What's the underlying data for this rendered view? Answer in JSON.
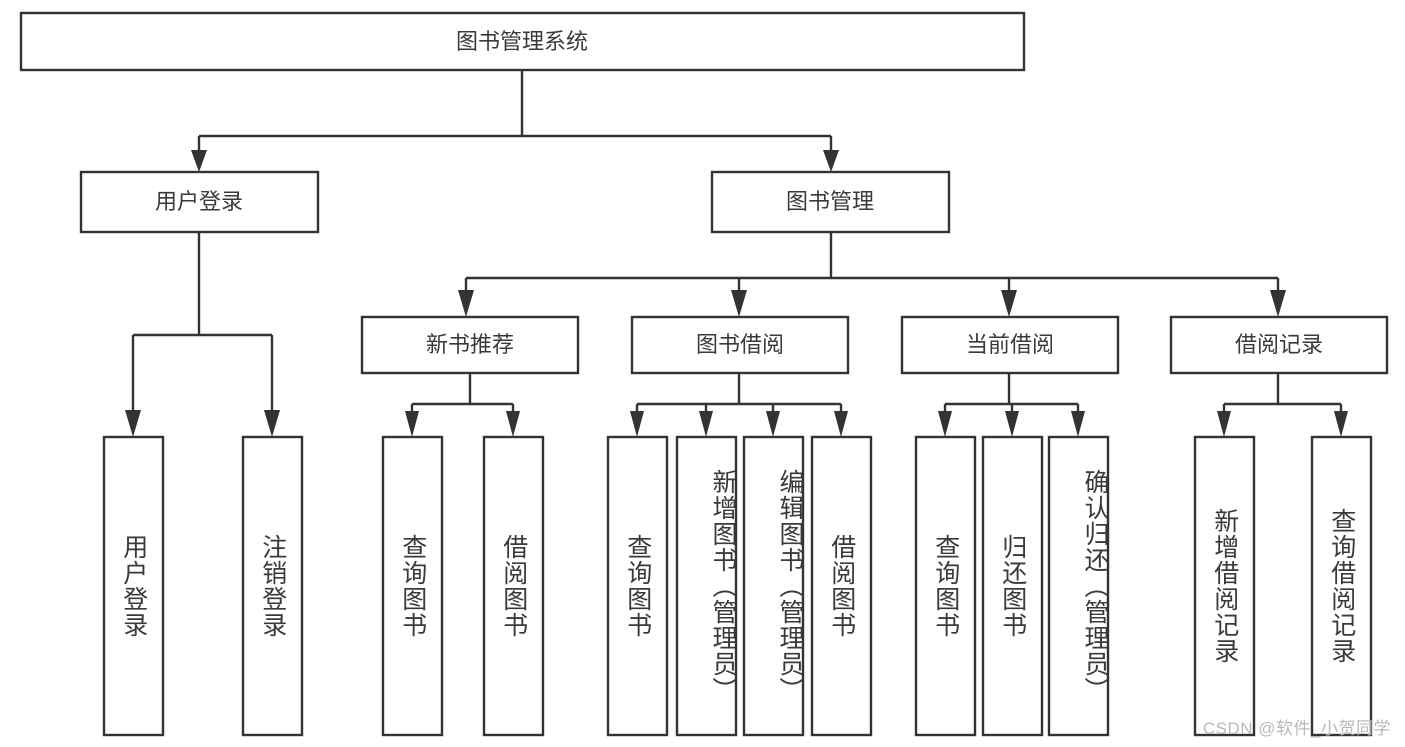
{
  "diagram": {
    "type": "tree-hierarchy",
    "title": "图书管理系统",
    "root": {
      "id": "root",
      "label": "图书管理系统"
    },
    "level2": [
      {
        "id": "user-login",
        "label": "用户登录"
      },
      {
        "id": "book-management",
        "label": "图书管理"
      }
    ],
    "level3": [
      {
        "id": "new-book-recommend",
        "label": "新书推荐",
        "parent": "book-management"
      },
      {
        "id": "book-borrow",
        "label": "图书借阅",
        "parent": "book-management"
      },
      {
        "id": "current-borrow",
        "label": "当前借阅",
        "parent": "book-management"
      },
      {
        "id": "borrow-record",
        "label": "借阅记录",
        "parent": "book-management"
      }
    ],
    "leaves": [
      {
        "id": "leaf-user-login",
        "label": "用户登录",
        "parent": "user-login"
      },
      {
        "id": "leaf-logout-login",
        "label": "注销登录",
        "parent": "user-login"
      },
      {
        "id": "leaf-query-book-1",
        "label": "查询图书",
        "parent": "new-book-recommend"
      },
      {
        "id": "leaf-borrow-book-1",
        "label": "借阅图书",
        "parent": "new-book-recommend"
      },
      {
        "id": "leaf-query-book-2",
        "label": "查询图书",
        "parent": "book-borrow"
      },
      {
        "id": "leaf-add-book",
        "label": "新增图书（管理员）",
        "parent": "book-borrow"
      },
      {
        "id": "leaf-edit-book",
        "label": "编辑图书（管理员）",
        "parent": "book-borrow"
      },
      {
        "id": "leaf-borrow-book-2",
        "label": "借阅图书",
        "parent": "book-borrow"
      },
      {
        "id": "leaf-query-book-3",
        "label": "查询图书",
        "parent": "current-borrow"
      },
      {
        "id": "leaf-return-book",
        "label": "归还图书",
        "parent": "current-borrow"
      },
      {
        "id": "leaf-confirm-return",
        "label": "确认归还（管理员）",
        "parent": "current-borrow"
      },
      {
        "id": "leaf-add-record",
        "label": "新增借阅记录",
        "parent": "borrow-record"
      },
      {
        "id": "leaf-query-record",
        "label": "查询借阅记录",
        "parent": "borrow-record"
      }
    ],
    "watermark": "CSDN @软件_小贺同学",
    "colors": {
      "box_stroke": "#333333",
      "box_fill": "#ffffff",
      "text": "#3a3a3a",
      "background": "#ffffff",
      "watermark": "#b9b9b9"
    }
  }
}
